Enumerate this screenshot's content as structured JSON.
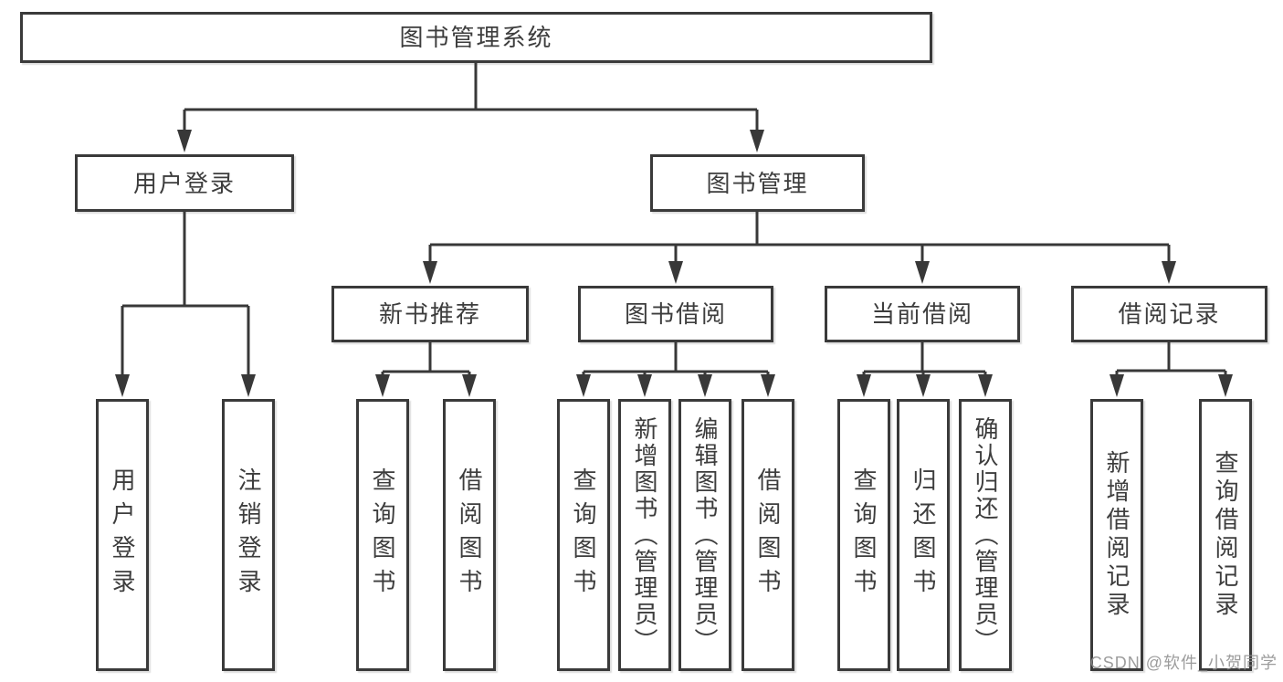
{
  "root": {
    "label": "图书管理系统",
    "children": [
      {
        "label": "用户登录",
        "children": [
          {
            "label": "用户登录"
          },
          {
            "label": "注销登录"
          }
        ]
      },
      {
        "label": "图书管理",
        "children": [
          {
            "label": "新书推荐",
            "children": [
              {
                "label": "查询图书"
              },
              {
                "label": "借阅图书"
              }
            ]
          },
          {
            "label": "图书借阅",
            "children": [
              {
                "label": "查询图书"
              },
              {
                "label": "新增图书（管理员）"
              },
              {
                "label": "编辑图书（管理员）"
              },
              {
                "label": "借阅图书"
              }
            ]
          },
          {
            "label": "当前借阅",
            "children": [
              {
                "label": "查询图书"
              },
              {
                "label": "归还图书"
              },
              {
                "label": "确认归还（管理员）"
              }
            ]
          },
          {
            "label": "借阅记录",
            "children": [
              {
                "label": "新增借阅记录"
              },
              {
                "label": "查询借阅记录"
              }
            ]
          }
        ]
      }
    ]
  },
  "watermark": {
    "text": "CSDN @软件_小贺同学"
  },
  "colors": {
    "line": "#383838",
    "border": "#3a3a3a",
    "text": "#3d3d3d",
    "box_bg": "#ffffff",
    "background": "#ffffff",
    "watermark": "#8f8f8f"
  }
}
